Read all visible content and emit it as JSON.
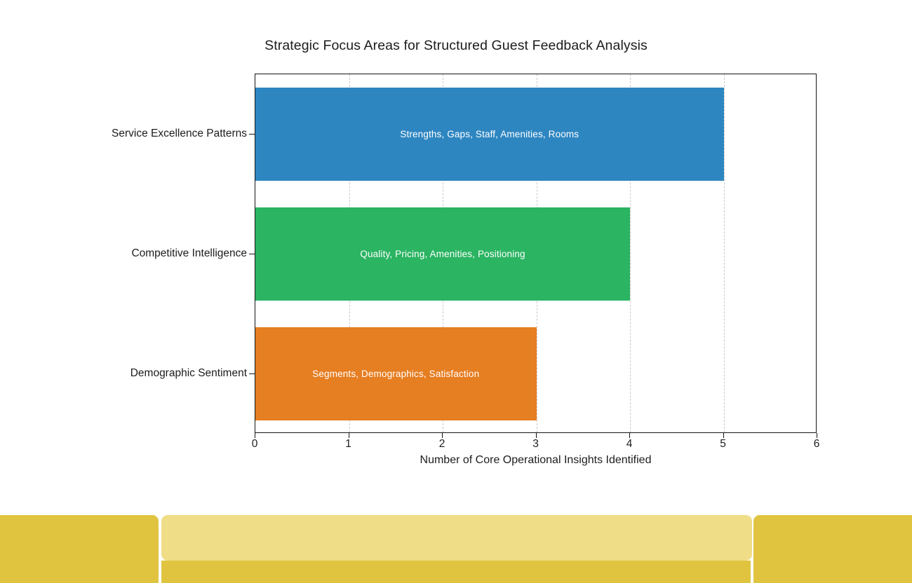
{
  "chart_data": {
    "type": "bar",
    "orientation": "horizontal",
    "title": "Strategic Focus Areas for Structured Guest Feedback Analysis",
    "xlabel": "Number of Core Operational Insights Identified",
    "ylabel": "",
    "xlim": [
      0,
      6
    ],
    "xticks": [
      "0",
      "1",
      "2",
      "3",
      "4",
      "5",
      "6"
    ],
    "grid": "vertical-dashed",
    "legend": "none",
    "categories": [
      "Service Excellence Patterns",
      "Competitive Intelligence",
      "Demographic Sentiment"
    ],
    "values": [
      5,
      4,
      3
    ],
    "bar_labels": [
      "Strengths, Gaps, Staff, Amenities, Rooms",
      "Quality, Pricing, Amenities, Positioning",
      "Segments, Demographics, Satisfaction"
    ],
    "bar_colors": [
      "#2e86c1",
      "#2bb462",
      "#e67e22"
    ],
    "bars": [
      {
        "category": "Service Excellence Patterns",
        "value": 5,
        "label": "Strengths, Gaps, Staff, Amenities, Rooms",
        "color": "#2e86c1"
      },
      {
        "category": "Competitive Intelligence",
        "value": 4,
        "label": "Quality, Pricing, Amenities, Positioning",
        "color": "#2bb462"
      },
      {
        "category": "Demographic Sentiment",
        "value": 3,
        "label": "Segments, Demographics, Satisfaction",
        "color": "#e67e22"
      }
    ]
  },
  "banner": {
    "band_color": "#e0c440",
    "panel_color": "#f0dd87",
    "text": ""
  }
}
